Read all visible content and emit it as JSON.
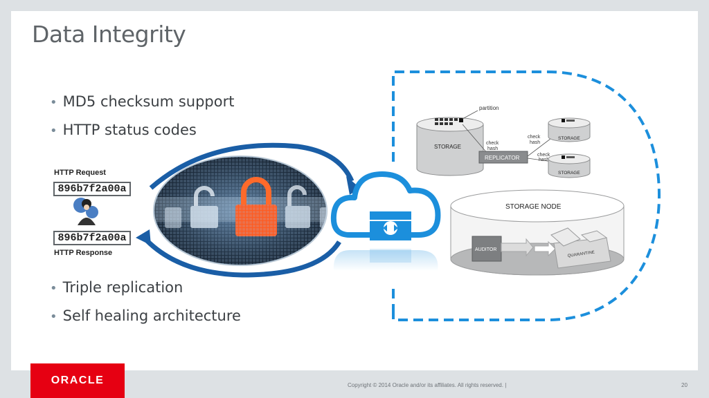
{
  "slide": {
    "title": "Data Integrity",
    "bullets_top": [
      "MD5 checksum support",
      "HTTP status codes"
    ],
    "bullets_bottom": [
      "Triple replication",
      "Self healing architecture"
    ]
  },
  "http": {
    "request_label": "HTTP Request",
    "request_hash": "896b7f2a00a",
    "response_hash": "896b7f2a00a",
    "response_label": "HTTP Response"
  },
  "storage_diagram": {
    "partition_label": "partition",
    "storage_label": "STORAGE",
    "check_hash_label_line1": "check",
    "check_hash_label_line2": "hash",
    "replicator_label": "REPLICATOR",
    "replica_top_label": "STORAGE",
    "replica_bottom_label": "STORAGE",
    "storage_node_label": "STORAGE NODE",
    "auditor_label": "AUDITOR",
    "quarantine_label": "QUARANTINE"
  },
  "footer": {
    "logo_text": "ORACLE",
    "copyright": "Copyright © 2014 Oracle and/or its affiliates. All rights reserved.  |",
    "page_number": "20"
  },
  "colors": {
    "accent_blue": "#1c8fdc",
    "dark_blue": "#1a5ea6",
    "oracle_red": "#e60012",
    "title_gray": "#5f6468"
  },
  "icons": [
    "lock-icon",
    "cloud-icon",
    "exchange-icon",
    "user-avatar-icon"
  ]
}
